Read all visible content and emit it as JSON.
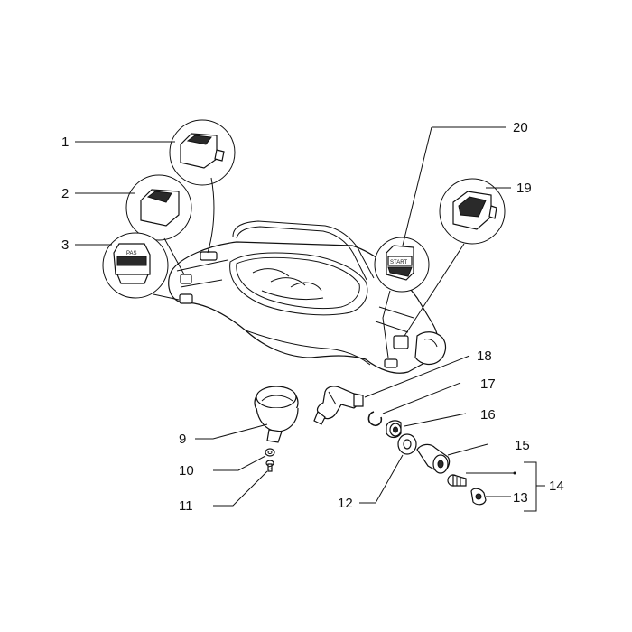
{
  "labels": {
    "l1": "1",
    "l2": "2",
    "l3": "3",
    "l9": "9",
    "l10": "10",
    "l11": "11",
    "l12": "12",
    "l13": "13",
    "l14": "14",
    "l15": "15",
    "l16": "16",
    "l17": "17",
    "l18": "18",
    "l19": "19",
    "l20": "20"
  },
  "switch_text": {
    "start": "START"
  }
}
